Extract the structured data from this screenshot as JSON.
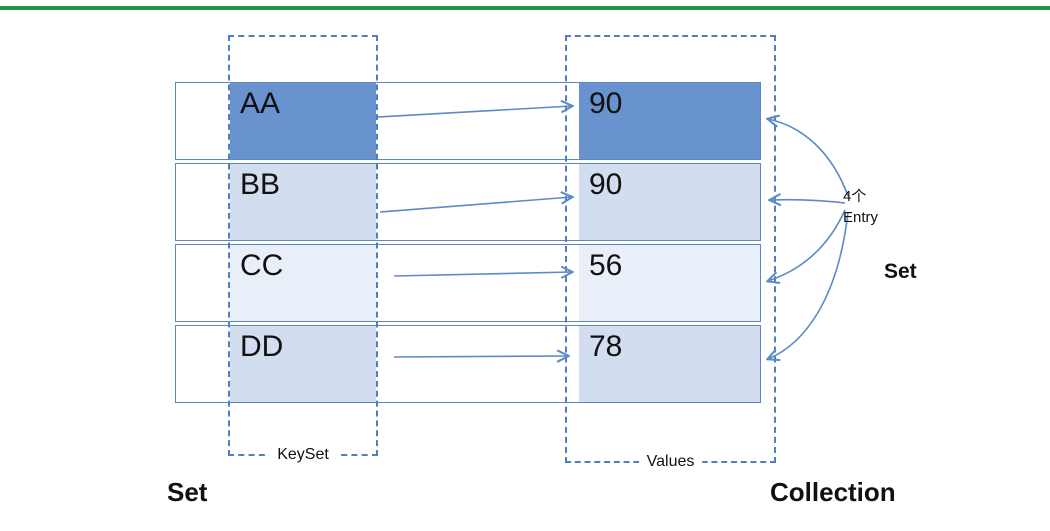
{
  "diagram": {
    "accent_bar_color": "#1f9548",
    "rows": [
      {
        "key": "AA",
        "value": "90",
        "color": "#6893cf"
      },
      {
        "key": "BB",
        "value": "90",
        "color": "#d3ddf0"
      },
      {
        "key": "CC",
        "value": "56",
        "color": "#e9eff9"
      },
      {
        "key": "DD",
        "value": "78",
        "color": "#d3ddf0"
      }
    ],
    "labels": {
      "keyset": "KeySet",
      "values": "Values",
      "set_bottom": "Set",
      "collection": "Collection",
      "entry_count": "4个",
      "entry_word": "Entry",
      "set_right": "Set"
    },
    "colors": {
      "arrow": "#5b8bc5",
      "dashed_border": "#4f7fc1",
      "table_border": "#5f87ba"
    }
  }
}
